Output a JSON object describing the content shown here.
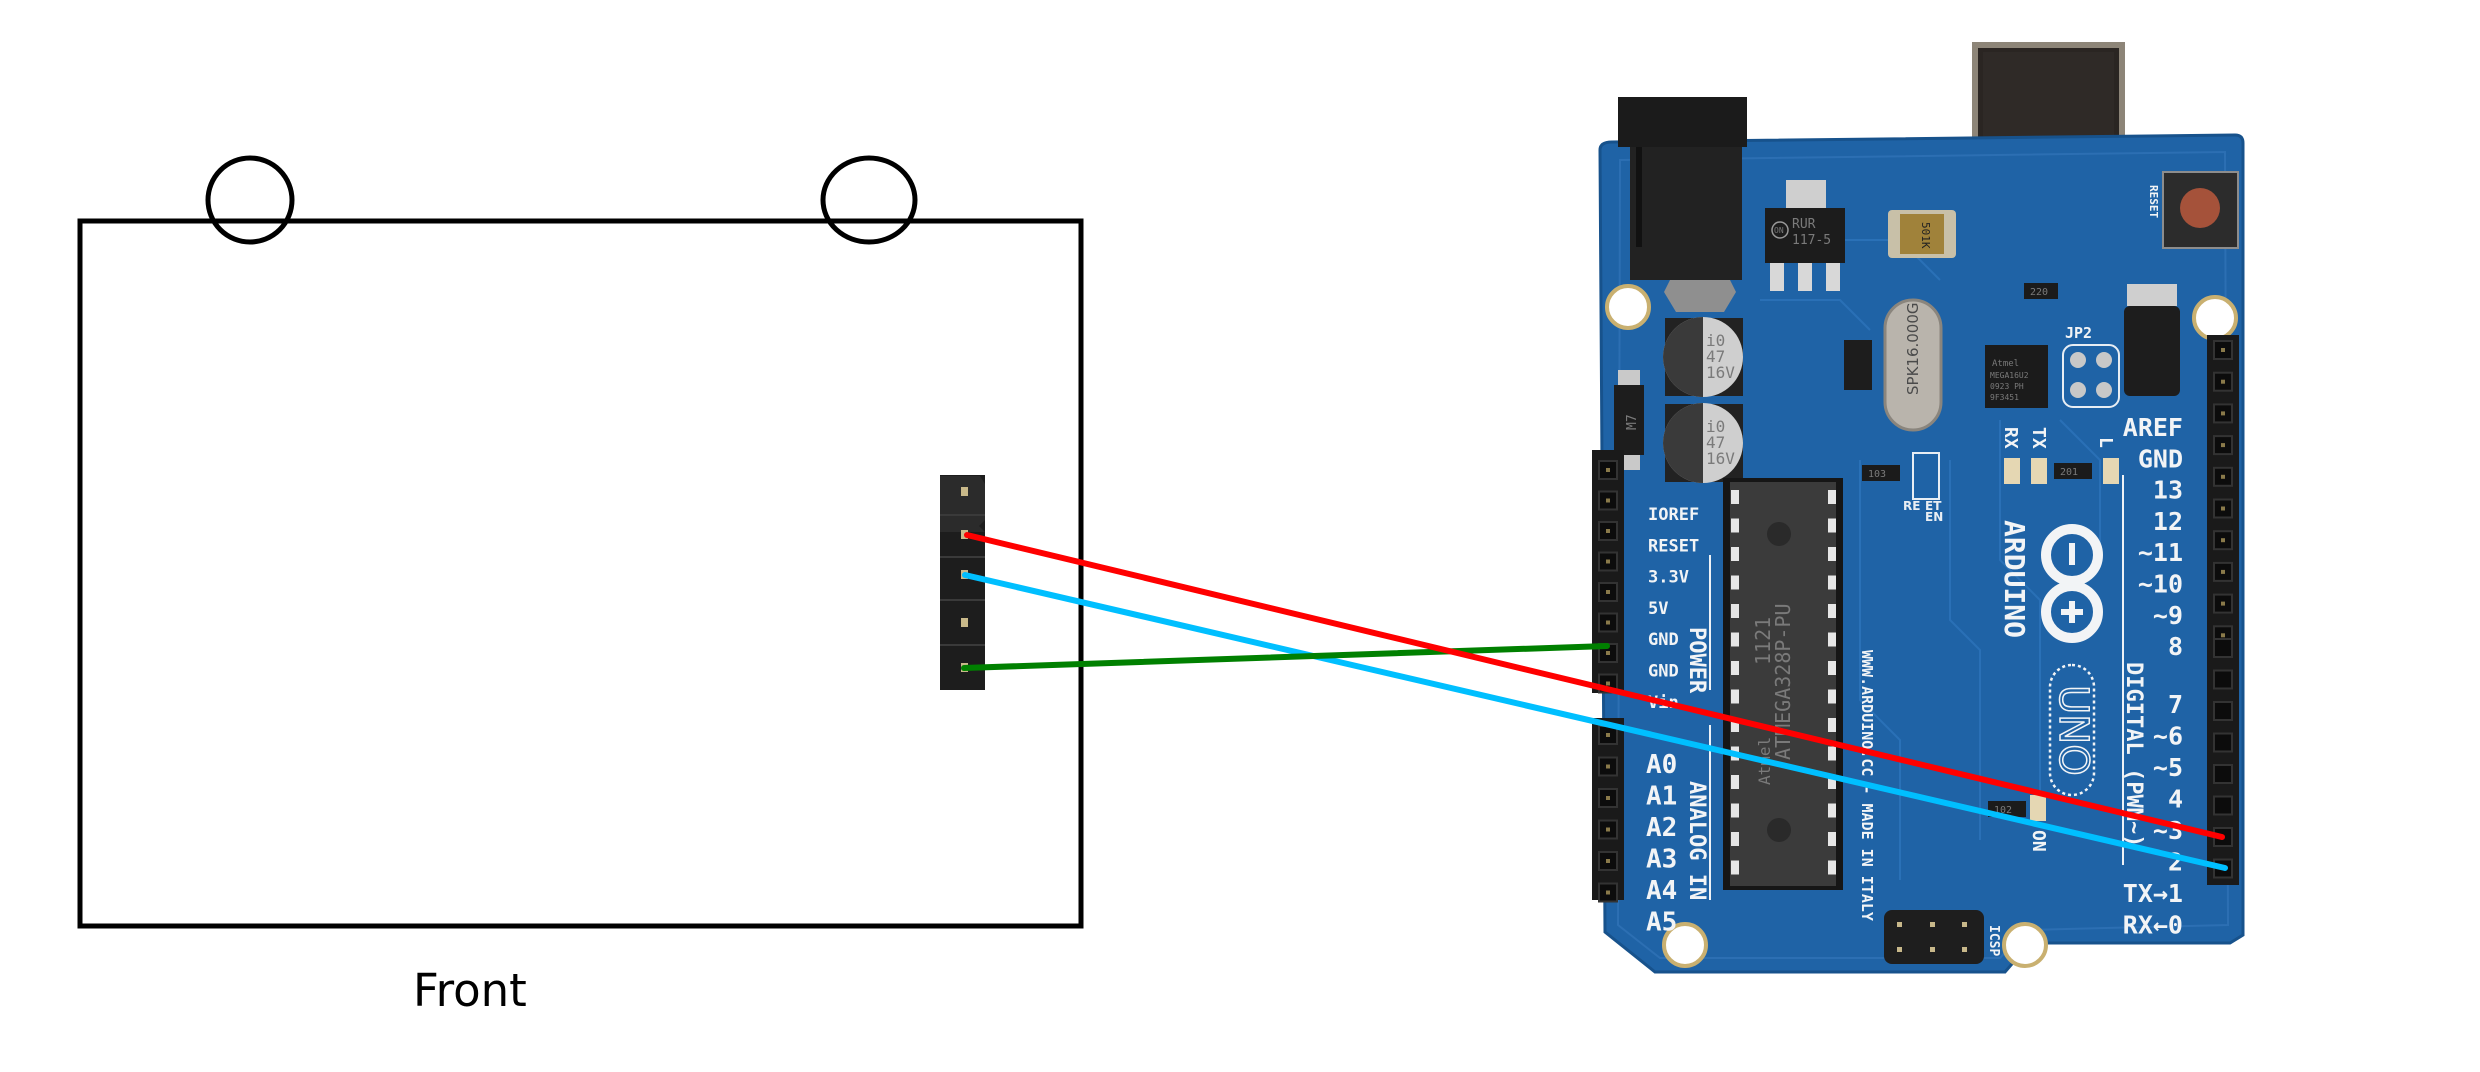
{
  "diagram": {
    "module_caption": "Front",
    "wire_colors": {
      "red": "#ff0000",
      "blue": "#00bfff",
      "green": "#008000"
    },
    "board": {
      "name": "ARDUINO",
      "model": "UNO",
      "website": "WWW.ARDUINO.CC - MADE IN ITALY",
      "power_header_title": "POWER",
      "analog_header_title": "ANALOG IN",
      "digital_header_title": "DIGITAL (PWM~)",
      "power_pins": [
        "IOREF",
        "RESET",
        "3.3V",
        "5V",
        "GND",
        "GND",
        "Vin"
      ],
      "analog_pins": [
        "A0",
        "A1",
        "A2",
        "A3",
        "A4",
        "A5"
      ],
      "digital_top_labels": [
        "AREF",
        "GND",
        "13",
        "12",
        "~11",
        "~10",
        "~9",
        "8"
      ],
      "digital_bottom_labels": [
        "7",
        "~6",
        "~5",
        "4",
        "~3",
        "2",
        "TX→1",
        "RX←0"
      ],
      "reset_label": "RESET",
      "icsp_label": "ICSP",
      "jp2_label": "JP2",
      "led_labels": {
        "rx": "RX",
        "tx": "TX",
        "l": "L",
        "on": "ON"
      },
      "tiny_labels": {
        "re": "RE",
        "et": "ET",
        "en": "EN"
      },
      "main_chip": {
        "line1": "ATMEGA328P-PU",
        "line2": "1121",
        "brand": "Atmel"
      },
      "usb_chip": {
        "brand": "Atmel",
        "line1": "MEGA16U2",
        "line2": "0923 PH",
        "line3": "9F3451"
      },
      "crystal": "SPK16.000G",
      "regulator": {
        "logo": "ON",
        "line1": "RUR",
        "line2": "117-5"
      },
      "capacitor": {
        "line1": "i0",
        "line2": "47",
        "line3": "16V"
      },
      "diode": "M7",
      "resistor_marks": [
        "103",
        "220",
        "201",
        "102",
        "501K"
      ]
    },
    "connections": [
      {
        "from": "module pin 2",
        "to": "TX→1",
        "color": "red"
      },
      {
        "from": "module pin 3",
        "to": "RX←0",
        "color": "blue"
      },
      {
        "from": "module pin 5",
        "to": "GND",
        "color": "green"
      }
    ]
  }
}
